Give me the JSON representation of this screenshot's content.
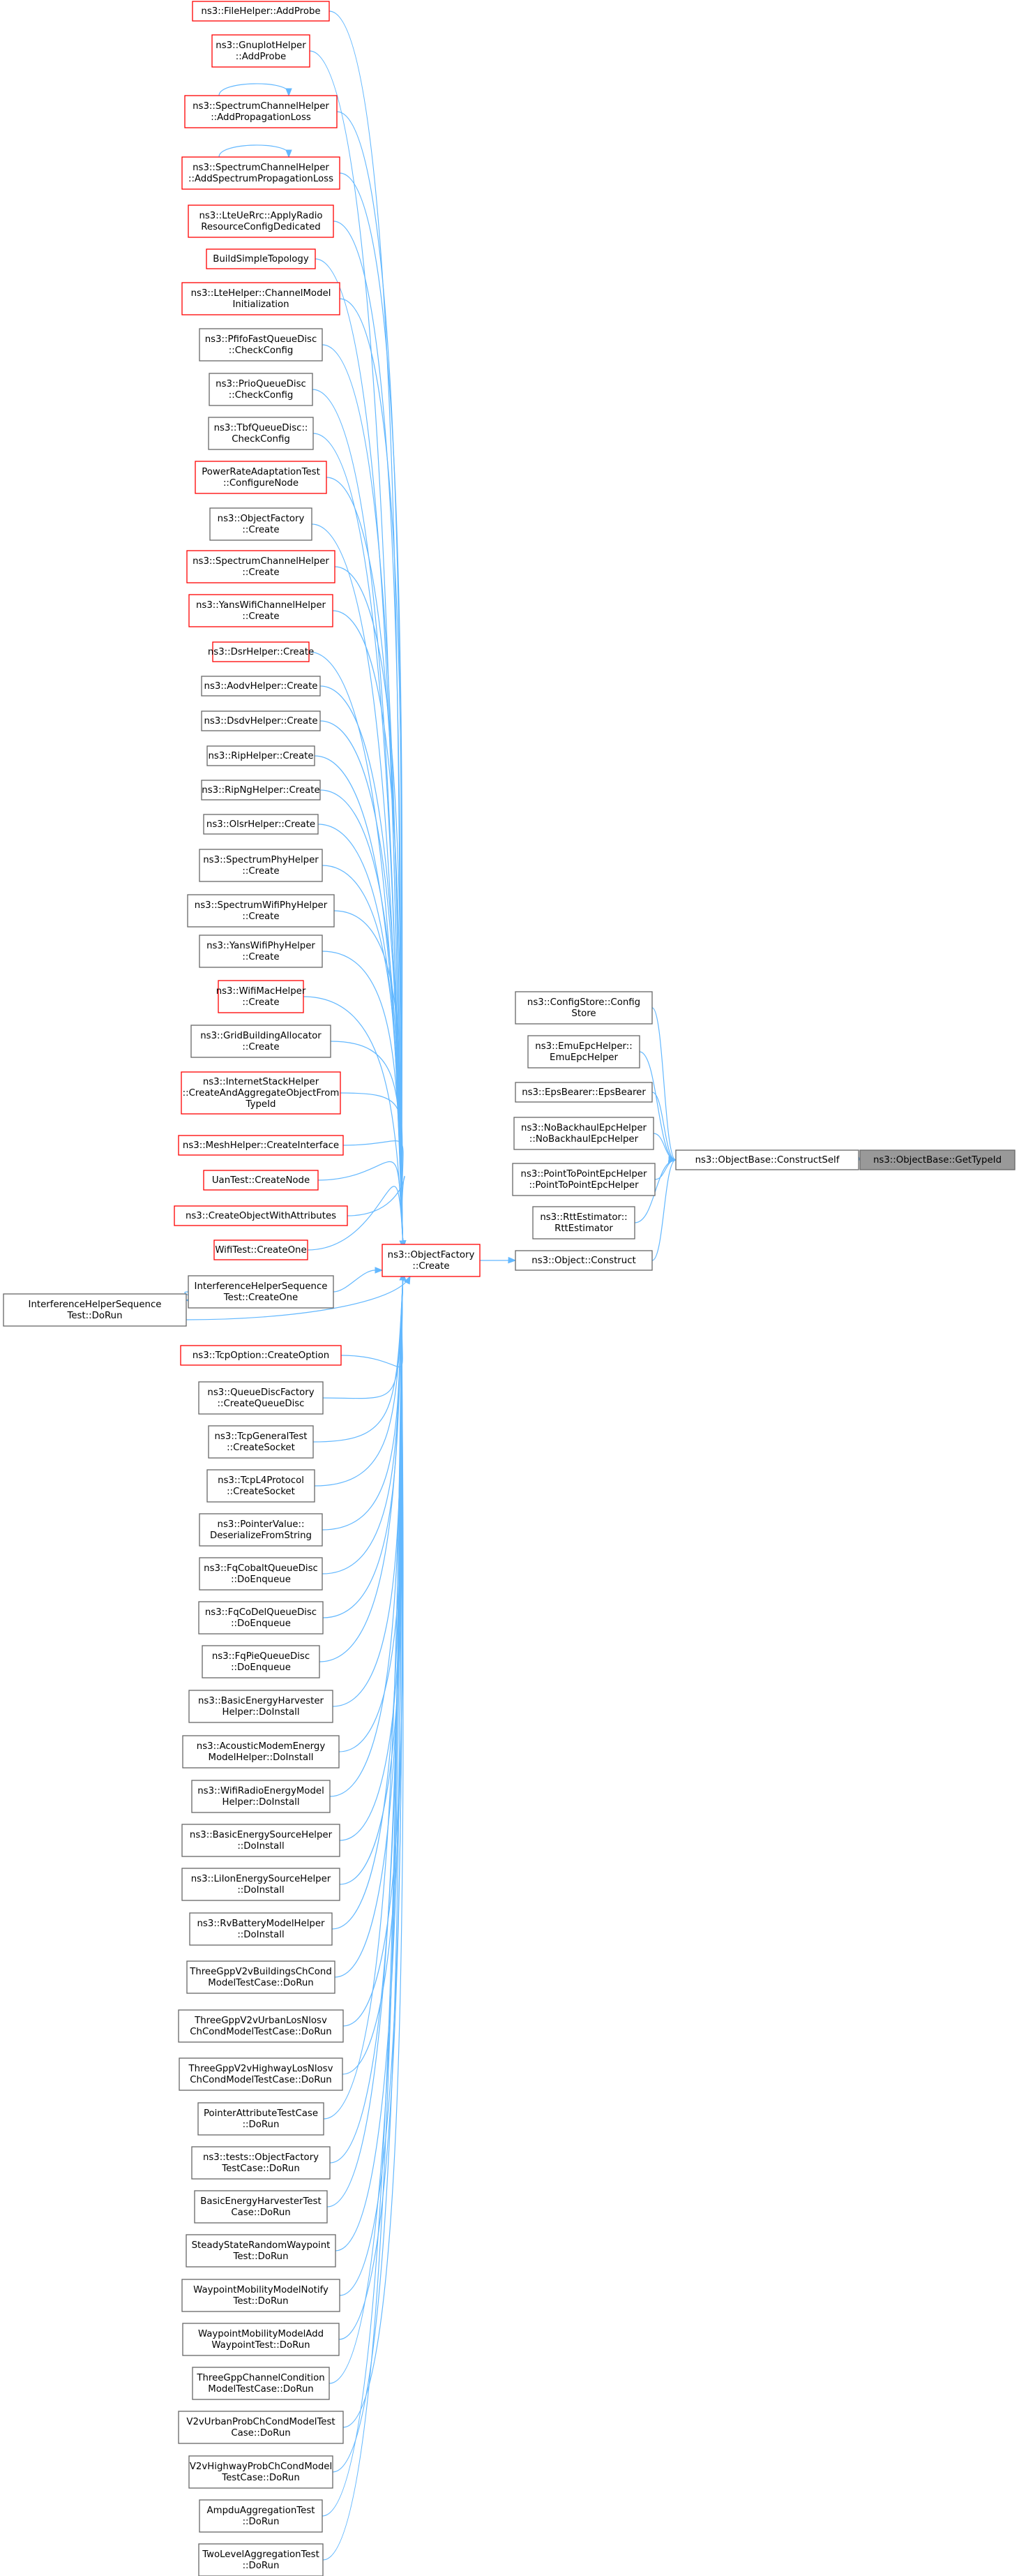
{
  "diagram": {
    "target": {
      "id": "getTypeId",
      "lines": [
        "ns3::ObjectBase::GetTypeId"
      ],
      "style": "gray"
    },
    "nodes": [
      {
        "id": "constructSelf",
        "lines": [
          "ns3::ObjectBase::ConstructSelf"
        ],
        "style": "normal"
      },
      {
        "id": "configStore",
        "lines": [
          "ns3::ConfigStore::Config",
          "Store"
        ],
        "style": "normal"
      },
      {
        "id": "emuEpc",
        "lines": [
          "ns3::EmuEpcHelper::",
          "EmuEpcHelper"
        ],
        "style": "normal"
      },
      {
        "id": "epsBearer",
        "lines": [
          "ns3::EpsBearer::EpsBearer"
        ],
        "style": "normal"
      },
      {
        "id": "noBackhaul",
        "lines": [
          "ns3::NoBackhaulEpcHelper",
          "::NoBackhaulEpcHelper"
        ],
        "style": "normal"
      },
      {
        "id": "p2pEpc",
        "lines": [
          "ns3::PointToPointEpcHelper",
          "::PointToPointEpcHelper"
        ],
        "style": "normal"
      },
      {
        "id": "rttEst",
        "lines": [
          "ns3::RttEstimator::",
          "RttEstimator"
        ],
        "style": "normal"
      },
      {
        "id": "objConstruct",
        "lines": [
          "ns3::Object::Construct"
        ],
        "style": "normal"
      },
      {
        "id": "ofCreate",
        "lines": [
          "ns3::ObjectFactory",
          "::Create"
        ],
        "style": "red"
      },
      {
        "id": "ihsDoRun",
        "lines": [
          "InterferenceHelperSequence",
          "Test::DoRun"
        ],
        "style": "normal"
      },
      {
        "id": "c0",
        "lines": [
          "ns3::FileHelper::AddProbe"
        ],
        "style": "red"
      },
      {
        "id": "c1",
        "lines": [
          "ns3::GnuplotHelper",
          "::AddProbe"
        ],
        "style": "red"
      },
      {
        "id": "c2",
        "lines": [
          "ns3::SpectrumChannelHelper",
          "::AddPropagationLoss"
        ],
        "style": "red"
      },
      {
        "id": "c3",
        "lines": [
          "ns3::SpectrumChannelHelper",
          "::AddSpectrumPropagationLoss"
        ],
        "style": "red"
      },
      {
        "id": "c4",
        "lines": [
          "ns3::LteUeRrc::ApplyRadio",
          "ResourceConfigDedicated"
        ],
        "style": "red"
      },
      {
        "id": "c5",
        "lines": [
          "BuildSimpleTopology"
        ],
        "style": "red"
      },
      {
        "id": "c6",
        "lines": [
          "ns3::LteHelper::ChannelModel",
          "Initialization"
        ],
        "style": "red"
      },
      {
        "id": "c7",
        "lines": [
          "ns3::PfifoFastQueueDisc",
          "::CheckConfig"
        ],
        "style": "normal"
      },
      {
        "id": "c8",
        "lines": [
          "ns3::PrioQueueDisc",
          "::CheckConfig"
        ],
        "style": "normal"
      },
      {
        "id": "c9",
        "lines": [
          "ns3::TbfQueueDisc::",
          "CheckConfig"
        ],
        "style": "normal"
      },
      {
        "id": "c10",
        "lines": [
          "PowerRateAdaptationTest",
          "::ConfigureNode"
        ],
        "style": "red"
      },
      {
        "id": "c11",
        "lines": [
          "ns3::ObjectFactory",
          "::Create"
        ],
        "style": "normal"
      },
      {
        "id": "c12",
        "lines": [
          "ns3::SpectrumChannelHelper",
          "::Create"
        ],
        "style": "red"
      },
      {
        "id": "c13",
        "lines": [
          "ns3::YansWifiChannelHelper",
          "::Create"
        ],
        "style": "red"
      },
      {
        "id": "c14",
        "lines": [
          "ns3::DsrHelper::Create"
        ],
        "style": "red"
      },
      {
        "id": "c15",
        "lines": [
          "ns3::AodvHelper::Create"
        ],
        "style": "normal"
      },
      {
        "id": "c16",
        "lines": [
          "ns3::DsdvHelper::Create"
        ],
        "style": "normal"
      },
      {
        "id": "c17",
        "lines": [
          "ns3::RipHelper::Create"
        ],
        "style": "normal"
      },
      {
        "id": "c18",
        "lines": [
          "ns3::RipNgHelper::Create"
        ],
        "style": "normal"
      },
      {
        "id": "c19",
        "lines": [
          "ns3::OlsrHelper::Create"
        ],
        "style": "normal"
      },
      {
        "id": "c20",
        "lines": [
          "ns3::SpectrumPhyHelper",
          "::Create"
        ],
        "style": "normal"
      },
      {
        "id": "c21",
        "lines": [
          "ns3::SpectrumWifiPhyHelper",
          "::Create"
        ],
        "style": "normal"
      },
      {
        "id": "c22",
        "lines": [
          "ns3::YansWifiPhyHelper",
          "::Create"
        ],
        "style": "normal"
      },
      {
        "id": "c23",
        "lines": [
          "ns3::WifiMacHelper",
          "::Create"
        ],
        "style": "red"
      },
      {
        "id": "c24",
        "lines": [
          "ns3::GridBuildingAllocator",
          "::Create"
        ],
        "style": "normal"
      },
      {
        "id": "c25",
        "lines": [
          "ns3::InternetStackHelper",
          "::CreateAndAggregateObjectFrom",
          "TypeId"
        ],
        "style": "red"
      },
      {
        "id": "c26",
        "lines": [
          "ns3::MeshHelper::CreateInterface"
        ],
        "style": "red"
      },
      {
        "id": "c27",
        "lines": [
          "UanTest::CreateNode"
        ],
        "style": "red"
      },
      {
        "id": "c28",
        "lines": [
          "ns3::CreateObjectWithAttributes"
        ],
        "style": "red"
      },
      {
        "id": "c29",
        "lines": [
          "WifiTest::CreateOne"
        ],
        "style": "red"
      },
      {
        "id": "c30",
        "lines": [
          "InterferenceHelperSequence",
          "Test::CreateOne"
        ],
        "style": "normal"
      },
      {
        "id": "c31",
        "lines": [
          "ns3::TcpOption::CreateOption"
        ],
        "style": "red"
      },
      {
        "id": "c32",
        "lines": [
          "ns3::QueueDiscFactory",
          "::CreateQueueDisc"
        ],
        "style": "normal"
      },
      {
        "id": "c33",
        "lines": [
          "ns3::TcpGeneralTest",
          "::CreateSocket"
        ],
        "style": "normal"
      },
      {
        "id": "c34",
        "lines": [
          "ns3::TcpL4Protocol",
          "::CreateSocket"
        ],
        "style": "normal"
      },
      {
        "id": "c35",
        "lines": [
          "ns3::PointerValue::",
          "DeserializeFromString"
        ],
        "style": "normal"
      },
      {
        "id": "c36",
        "lines": [
          "ns3::FqCobaltQueueDisc",
          "::DoEnqueue"
        ],
        "style": "normal"
      },
      {
        "id": "c37",
        "lines": [
          "ns3::FqCoDelQueueDisc",
          "::DoEnqueue"
        ],
        "style": "normal"
      },
      {
        "id": "c38",
        "lines": [
          "ns3::FqPieQueueDisc",
          "::DoEnqueue"
        ],
        "style": "normal"
      },
      {
        "id": "c39",
        "lines": [
          "ns3::BasicEnergyHarvester",
          "Helper::DoInstall"
        ],
        "style": "normal"
      },
      {
        "id": "c40",
        "lines": [
          "ns3::AcousticModemEnergy",
          "ModelHelper::DoInstall"
        ],
        "style": "normal"
      },
      {
        "id": "c41",
        "lines": [
          "ns3::WifiRadioEnergyModel",
          "Helper::DoInstall"
        ],
        "style": "normal"
      },
      {
        "id": "c42",
        "lines": [
          "ns3::BasicEnergySourceHelper",
          "::DoInstall"
        ],
        "style": "normal"
      },
      {
        "id": "c43",
        "lines": [
          "ns3::LiIonEnergySourceHelper",
          "::DoInstall"
        ],
        "style": "normal"
      },
      {
        "id": "c44",
        "lines": [
          "ns3::RvBatteryModelHelper",
          "::DoInstall"
        ],
        "style": "normal"
      },
      {
        "id": "c45",
        "lines": [
          "ThreeGppV2vBuildingsChCond",
          "ModelTestCase::DoRun"
        ],
        "style": "normal"
      },
      {
        "id": "c46",
        "lines": [
          "ThreeGppV2vUrbanLosNlosv",
          "ChCondModelTestCase::DoRun"
        ],
        "style": "normal"
      },
      {
        "id": "c47",
        "lines": [
          "ThreeGppV2vHighwayLosNlosv",
          "ChCondModelTestCase::DoRun"
        ],
        "style": "normal"
      },
      {
        "id": "c48",
        "lines": [
          "PointerAttributeTestCase",
          "::DoRun"
        ],
        "style": "normal"
      },
      {
        "id": "c49",
        "lines": [
          "ns3::tests::ObjectFactory",
          "TestCase::DoRun"
        ],
        "style": "normal"
      },
      {
        "id": "c50",
        "lines": [
          "BasicEnergyHarvesterTest",
          "Case::DoRun"
        ],
        "style": "normal"
      },
      {
        "id": "c51",
        "lines": [
          "SteadyStateRandomWaypoint",
          "Test::DoRun"
        ],
        "style": "normal"
      },
      {
        "id": "c52",
        "lines": [
          "WaypointMobilityModelNotify",
          "Test::DoRun"
        ],
        "style": "normal"
      },
      {
        "id": "c53",
        "lines": [
          "WaypointMobilityModelAdd",
          "WaypointTest::DoRun"
        ],
        "style": "normal"
      },
      {
        "id": "c54",
        "lines": [
          "ThreeGppChannelCondition",
          "ModelTestCase::DoRun"
        ],
        "style": "normal"
      },
      {
        "id": "c55",
        "lines": [
          "V2vUrbanProbChCondModelTest",
          "Case::DoRun"
        ],
        "style": "normal"
      },
      {
        "id": "c56",
        "lines": [
          "V2vHighwayProbChCondModel",
          "TestCase::DoRun"
        ],
        "style": "normal"
      },
      {
        "id": "c57",
        "lines": [
          "AmpduAggregationTest",
          "::DoRun"
        ],
        "style": "normal"
      },
      {
        "id": "c58",
        "lines": [
          "TwoLevelAggregationTest",
          "::DoRun"
        ],
        "style": "normal"
      }
    ],
    "edges": [
      [
        "constructSelf",
        "getTypeId"
      ],
      [
        "configStore",
        "constructSelf"
      ],
      [
        "emuEpc",
        "constructSelf"
      ],
      [
        "epsBearer",
        "constructSelf"
      ],
      [
        "noBackhaul",
        "constructSelf"
      ],
      [
        "p2pEpc",
        "constructSelf"
      ],
      [
        "rttEst",
        "constructSelf"
      ],
      [
        "objConstruct",
        "constructSelf"
      ],
      [
        "ofCreate",
        "objConstruct"
      ],
      [
        "c30",
        "ihsDoRun"
      ],
      [
        "ihsDoRun",
        "ofCreate"
      ]
    ],
    "self_loops": [
      "c2",
      "c3"
    ],
    "callers_of_create_prefix": "c"
  }
}
